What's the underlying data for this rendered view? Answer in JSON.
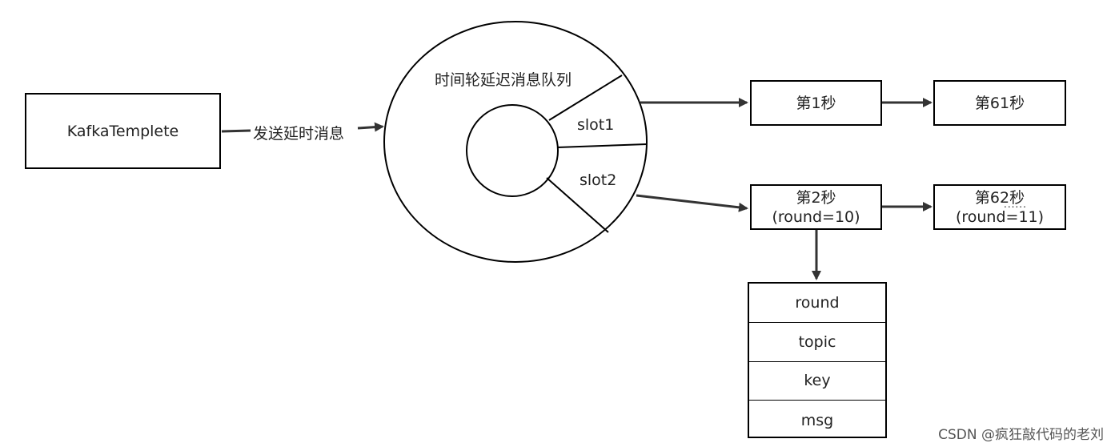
{
  "producer": {
    "label": "KafkaTemplete"
  },
  "send_arrow": {
    "label": "发送延时消息"
  },
  "wheel": {
    "title": "时间轮延迟消息队列",
    "slots": [
      "slot1",
      "slot2"
    ]
  },
  "chains": {
    "slot1": [
      {
        "line1": "第1秒",
        "line2": ""
      },
      {
        "line1": "第61秒",
        "line2": ""
      }
    ],
    "slot2": [
      {
        "line1": "第2秒",
        "line2": "(round=10)"
      },
      {
        "line1": "第62秒",
        "line2": "(round=11)",
        "ellipsis": "......"
      }
    ]
  },
  "message_fields": [
    "round",
    "topic",
    "key",
    "msg"
  ],
  "watermark": "CSDN @疯狂敲代码的老刘"
}
